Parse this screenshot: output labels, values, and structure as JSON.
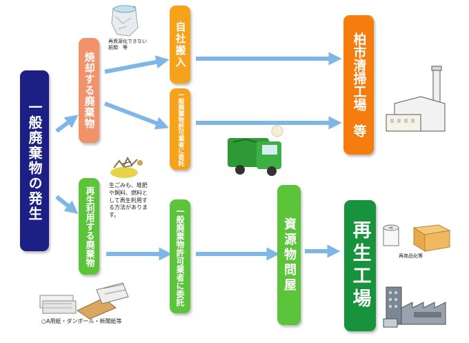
{
  "source": {
    "label": "一般廃棄物の発生"
  },
  "burnable": {
    "label": "焼却する廃棄物"
  },
  "recyclable": {
    "label": "再生利用する廃棄物"
  },
  "self_carry": {
    "label": "自社搬入"
  },
  "licensed_upper": {
    "label": "一般廃棄物許可業者に委託"
  },
  "licensed_lower": {
    "label": "一般廃棄物許可業者に委託"
  },
  "scrap_dealer": {
    "label": "資源物問屋"
  },
  "destination_cleaning": {
    "label": "柏市清掃工場　等"
  },
  "destination_recycle": {
    "label": "再生工場"
  },
  "notes": {
    "unrecyclable_paper": "再資源化できない\n紙類　等",
    "food_waste": "生ごみも、堆肥\nや飼料、燃料と\nして再生利用す\nる方法がありま\nす。",
    "paper_types": "○A用紙・ダンボール・新聞紙等",
    "recycled_products": "再商品化等"
  },
  "colors": {
    "navy": "#1c1f84",
    "salmon": "#f2926a",
    "yellow_orange": "#f6a21a",
    "orange": "#f57c0f",
    "green": "#5cc43a",
    "dark_green": "#18923c",
    "arrow_blue": "#7fb6e8"
  }
}
